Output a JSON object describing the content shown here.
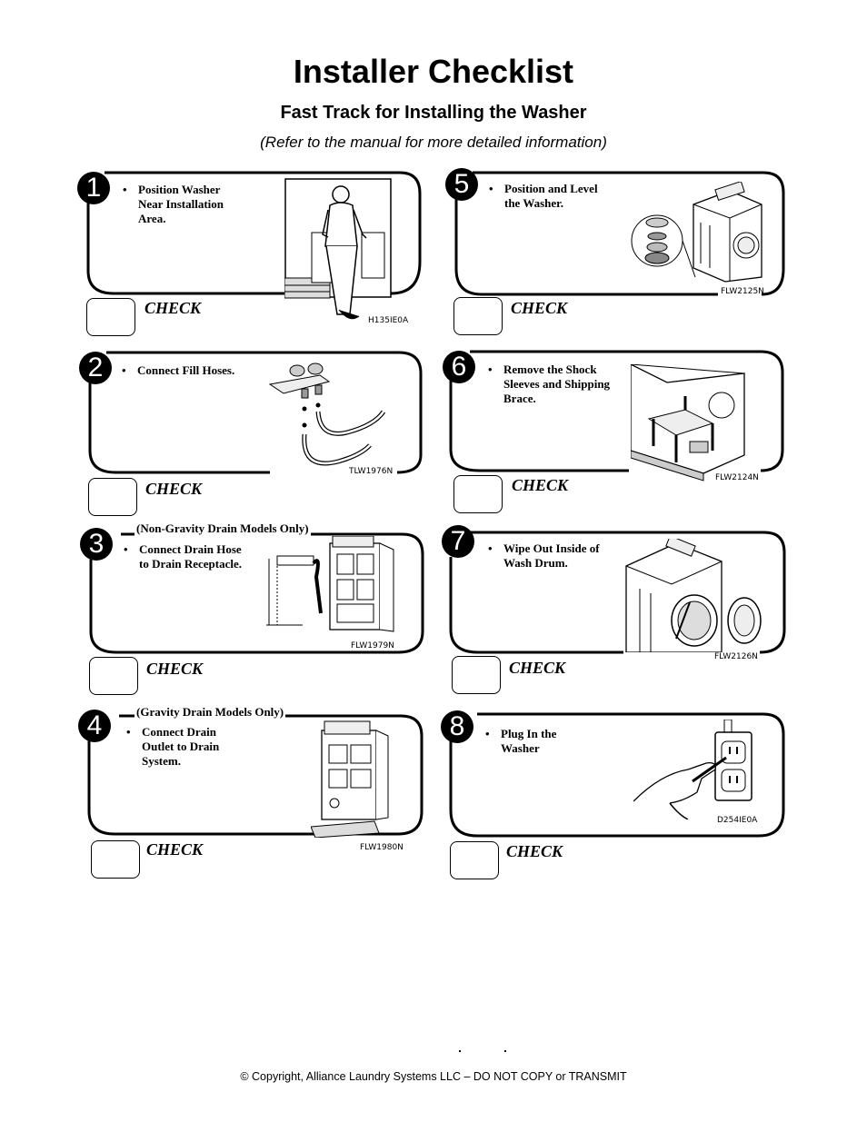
{
  "header": {
    "title": "Installer Checklist",
    "subtitle": "Fast Track for Installing the Washer",
    "note": "(Refer to the manual for more detailed information)"
  },
  "steps": [
    {
      "number": "1",
      "text": "Position Washer\nNear Installation\nArea.",
      "check": "CHECK",
      "figure": "H135IE0A",
      "icon": "person-with-washer-illustration"
    },
    {
      "number": "2",
      "text": "Connect Fill Hoses.",
      "check": "CHECK",
      "figure": "TLW1976N",
      "icon": "fill-hoses-illustration"
    },
    {
      "number": "3",
      "note": "(Non-Gravity Drain Models Only)",
      "text": "Connect Drain Hose\nto Drain Receptacle.",
      "check": "CHECK",
      "figure": "FLW1979N",
      "icon": "drain-hose-illustration"
    },
    {
      "number": "4",
      "note": "(Gravity Drain Models Only)",
      "text": "Connect Drain\nOutlet to Drain\nSystem.",
      "check": "CHECK",
      "figure": "FLW1980N",
      "icon": "gravity-drain-illustration"
    },
    {
      "number": "5",
      "text": "Position and Level\nthe Washer.",
      "check": "CHECK",
      "figure": "FLW2125N",
      "icon": "leveling-washer-illustration"
    },
    {
      "number": "6",
      "text": "Remove the Shock\nSleeves and Shipping\nBrace.",
      "check": "CHECK",
      "figure": "FLW2124N",
      "icon": "shipping-brace-illustration"
    },
    {
      "number": "7",
      "text": "Wipe Out Inside of\nWash Drum.",
      "check": "CHECK",
      "figure": "FLW2126N",
      "icon": "wash-drum-illustration"
    },
    {
      "number": "8",
      "text": "Plug In the\nWasher",
      "check": "CHECK",
      "figure": "D254IE0A",
      "icon": "plug-outlet-illustration"
    }
  ],
  "footer": "© Copyright, Alliance Laundry Systems LLC – DO NOT COPY or TRANSMIT"
}
